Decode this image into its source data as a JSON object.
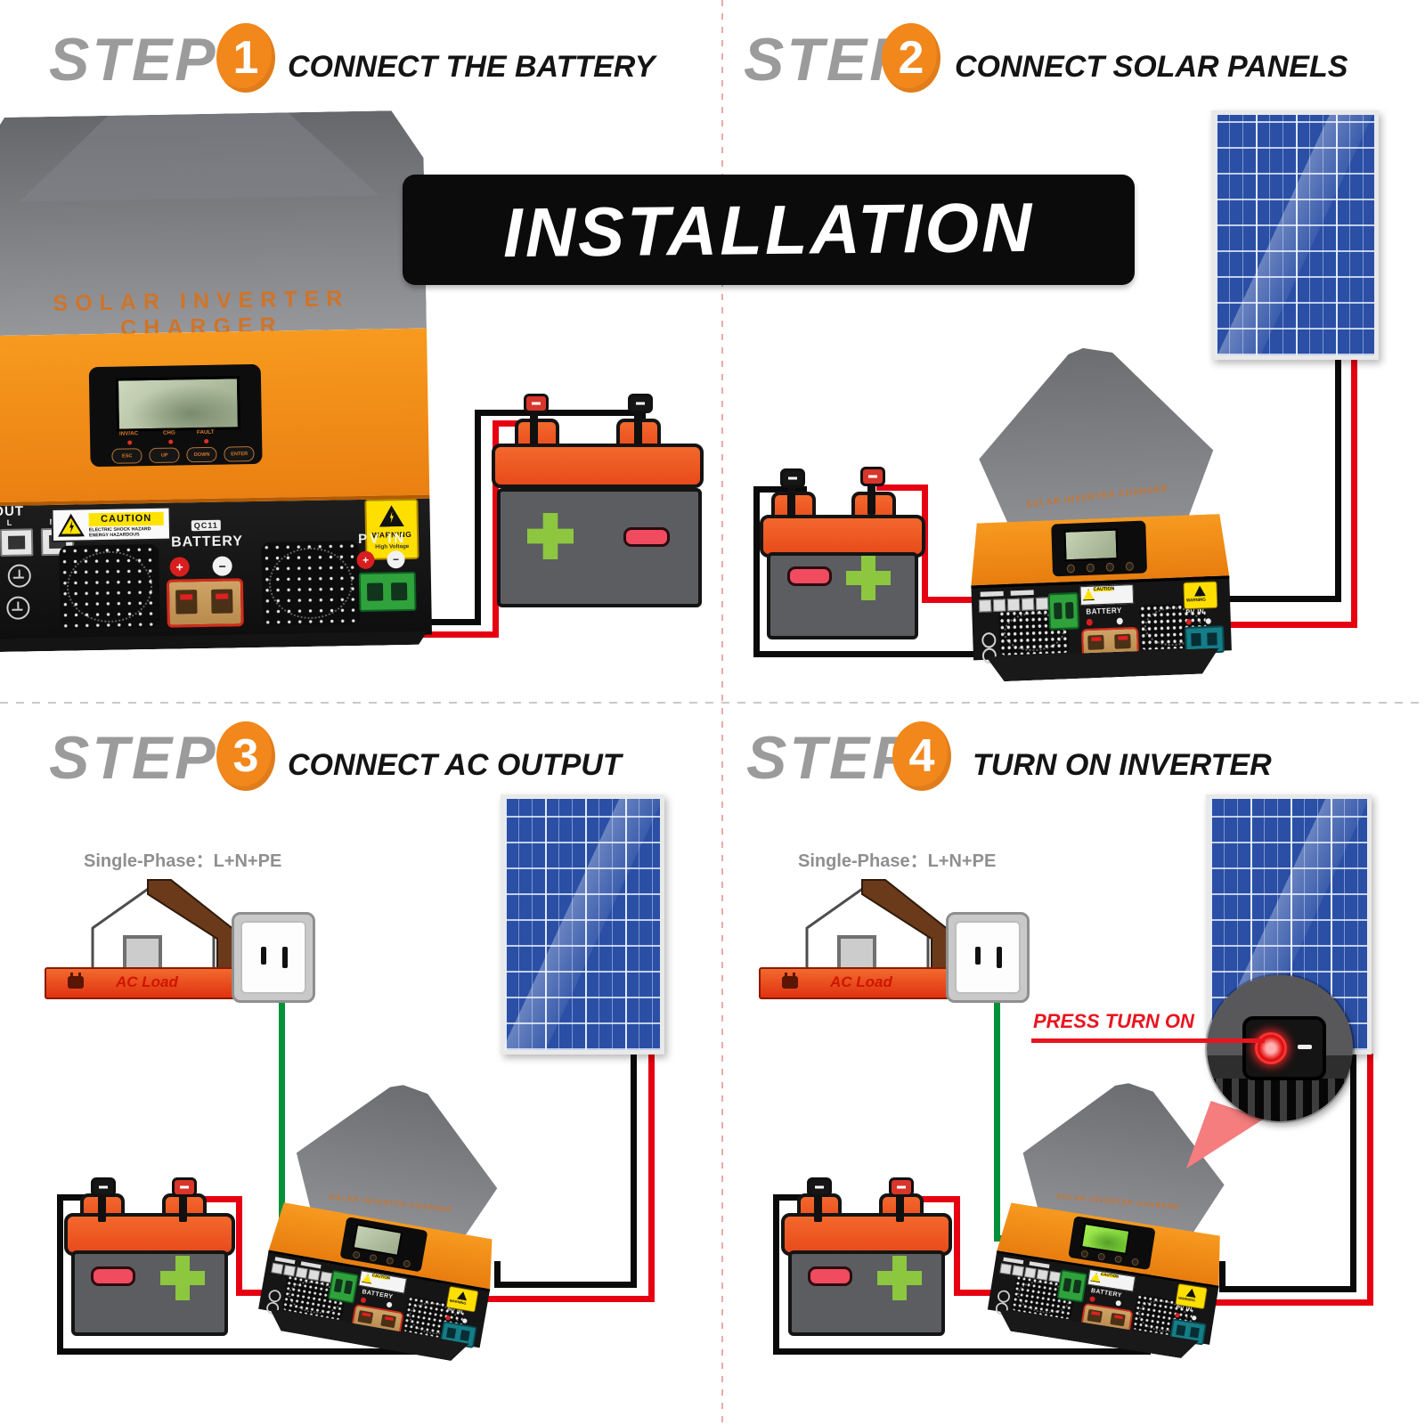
{
  "banner": {
    "title": "INSTALLATION"
  },
  "steps": [
    {
      "label": "STEP",
      "number": "1",
      "title": "CONNECT THE BATTERY"
    },
    {
      "label": "STEP",
      "number": "2",
      "title": "CONNECT SOLAR PANELS"
    },
    {
      "label": "STEP",
      "number": "3",
      "title": "CONNECT AC OUTPUT"
    },
    {
      "label": "STEP",
      "number": "4",
      "title": "TURN ON INVERTER"
    }
  ],
  "inverter": {
    "brand": "SOLAR INVERTER CHARGER",
    "leds": [
      "INV/AC",
      "CHG",
      "FAULT"
    ],
    "buttons": [
      "ESC",
      "UP",
      "DOWN",
      "ENTER"
    ],
    "rear": {
      "ac_out": "AC OUT",
      "l": "L",
      "n": "N",
      "caution": "CAUTION",
      "caution_line1": "ELECTRIC SHOCK HAZARD",
      "caution_line2": "ENERGY HAZARDOUS",
      "qc": "QC11",
      "battery": "BATTERY",
      "plus": "+",
      "minus": "−",
      "warning": "WARNING",
      "warning_sub": "High Voltage",
      "pv": "PV IN"
    }
  },
  "household": {
    "single_phase": "Single-Phase：L+N+PE",
    "ac_load": "AC Load"
  },
  "step4_callout": {
    "press_turn_on": "PRESS TURN ON"
  },
  "colors": {
    "accent_orange": "#F2871C",
    "inverter_orange": "#F0871A",
    "wire_red": "#E60012",
    "wire_black": "#0A0A0A",
    "wire_green": "#00913A",
    "panel_blue": "#2A4FA5",
    "battery_plus_green": "#8DC63F",
    "battery_minus_red": "#F04B5E",
    "banner_bg": "#0B0B0B"
  }
}
